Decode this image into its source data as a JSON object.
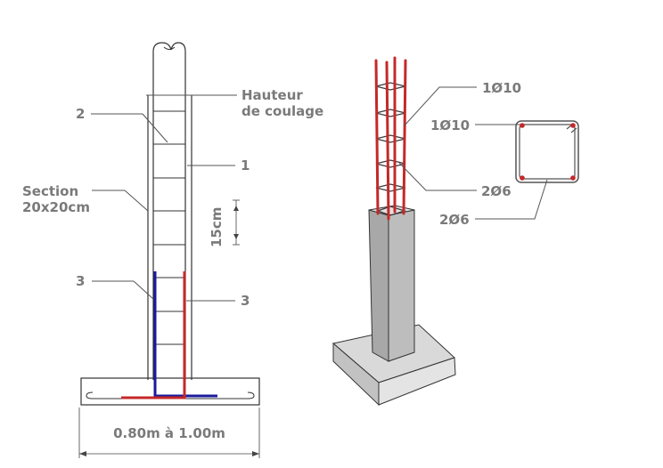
{
  "labels": {
    "hauteur_line1": "Hauteur",
    "hauteur_line2": "de coulage",
    "label_2": "2",
    "label_1": "1",
    "section_line1": "Section",
    "section_line2": "20x20cm",
    "spacing": "15cm",
    "label_3_left": "3",
    "label_3_right": "3",
    "footing_width": "0.80m à 1.00m",
    "bars_3d": "1Ø10",
    "stirrups_3d": "2Ø6",
    "bars_section": "1Ø10",
    "stirrups_section": "2Ø6"
  },
  "colors": {
    "rebar_red": "#c62828",
    "starter_blue": "#1a1a9e",
    "concrete_light": "#d9d9d9",
    "concrete_mid": "#bdbdbd",
    "concrete_dark": "#a8a8a8",
    "label_gray": "#7a7a7a"
  }
}
